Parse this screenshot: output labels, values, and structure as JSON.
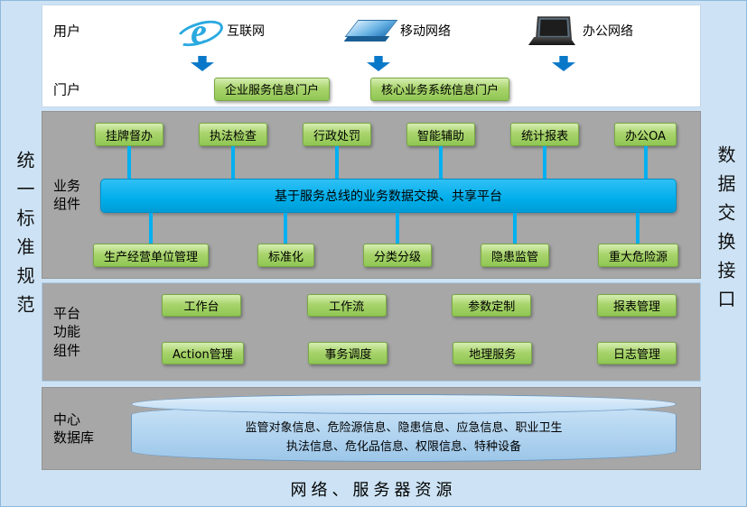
{
  "side_labels": {
    "left": "统一标准规范",
    "right": "数据交换接口"
  },
  "icons": {
    "ie_glyph": "e"
  },
  "user_row": {
    "label": "用户",
    "items": [
      {
        "icon": "ie-browser-icon",
        "label": "互联网"
      },
      {
        "icon": "mobile-network-icon",
        "label": "移动网络"
      },
      {
        "icon": "laptop-icon",
        "label": "办公网络"
      }
    ]
  },
  "portal_row": {
    "label": "门户",
    "items": [
      {
        "label": "企业服务信息门户"
      },
      {
        "label": "核心业务系统信息门户"
      }
    ]
  },
  "business": {
    "label_lines": [
      "业务",
      "组件"
    ],
    "top_items": [
      "挂牌督办",
      "执法检查",
      "行政处罚",
      "智能辅助",
      "统计报表",
      "办公OA"
    ],
    "bus_label": "基于服务总线的业务数据交换、共享平台",
    "bottom_items": [
      "生产经营单位管理",
      "标准化",
      "分类分级",
      "隐患监管",
      "重大危险源"
    ]
  },
  "platform": {
    "label_lines": [
      "平台",
      "功能",
      "组件"
    ],
    "row1": [
      "工作台",
      "工作流",
      "参数定制",
      "报表管理"
    ],
    "row2": [
      "Action管理",
      "事务调度",
      "地理服务",
      "日志管理"
    ]
  },
  "database": {
    "label_lines": [
      "中心",
      "数据库"
    ],
    "content_lines": [
      "监管对象信息、危险源信息、隐患信息、应急信息、职业卫生",
      "执法信息、危化品信息、权限信息、特种设备"
    ]
  },
  "footer": "网络、服务器资源",
  "colors": {
    "background": "#cde3f5",
    "section_grey": "#a7a7a7",
    "button_green": "#9ccb57",
    "bus_blue": "#00b0f0",
    "arrow_blue": "#0a78c8",
    "cylinder_blue": "#b8d9f2"
  }
}
